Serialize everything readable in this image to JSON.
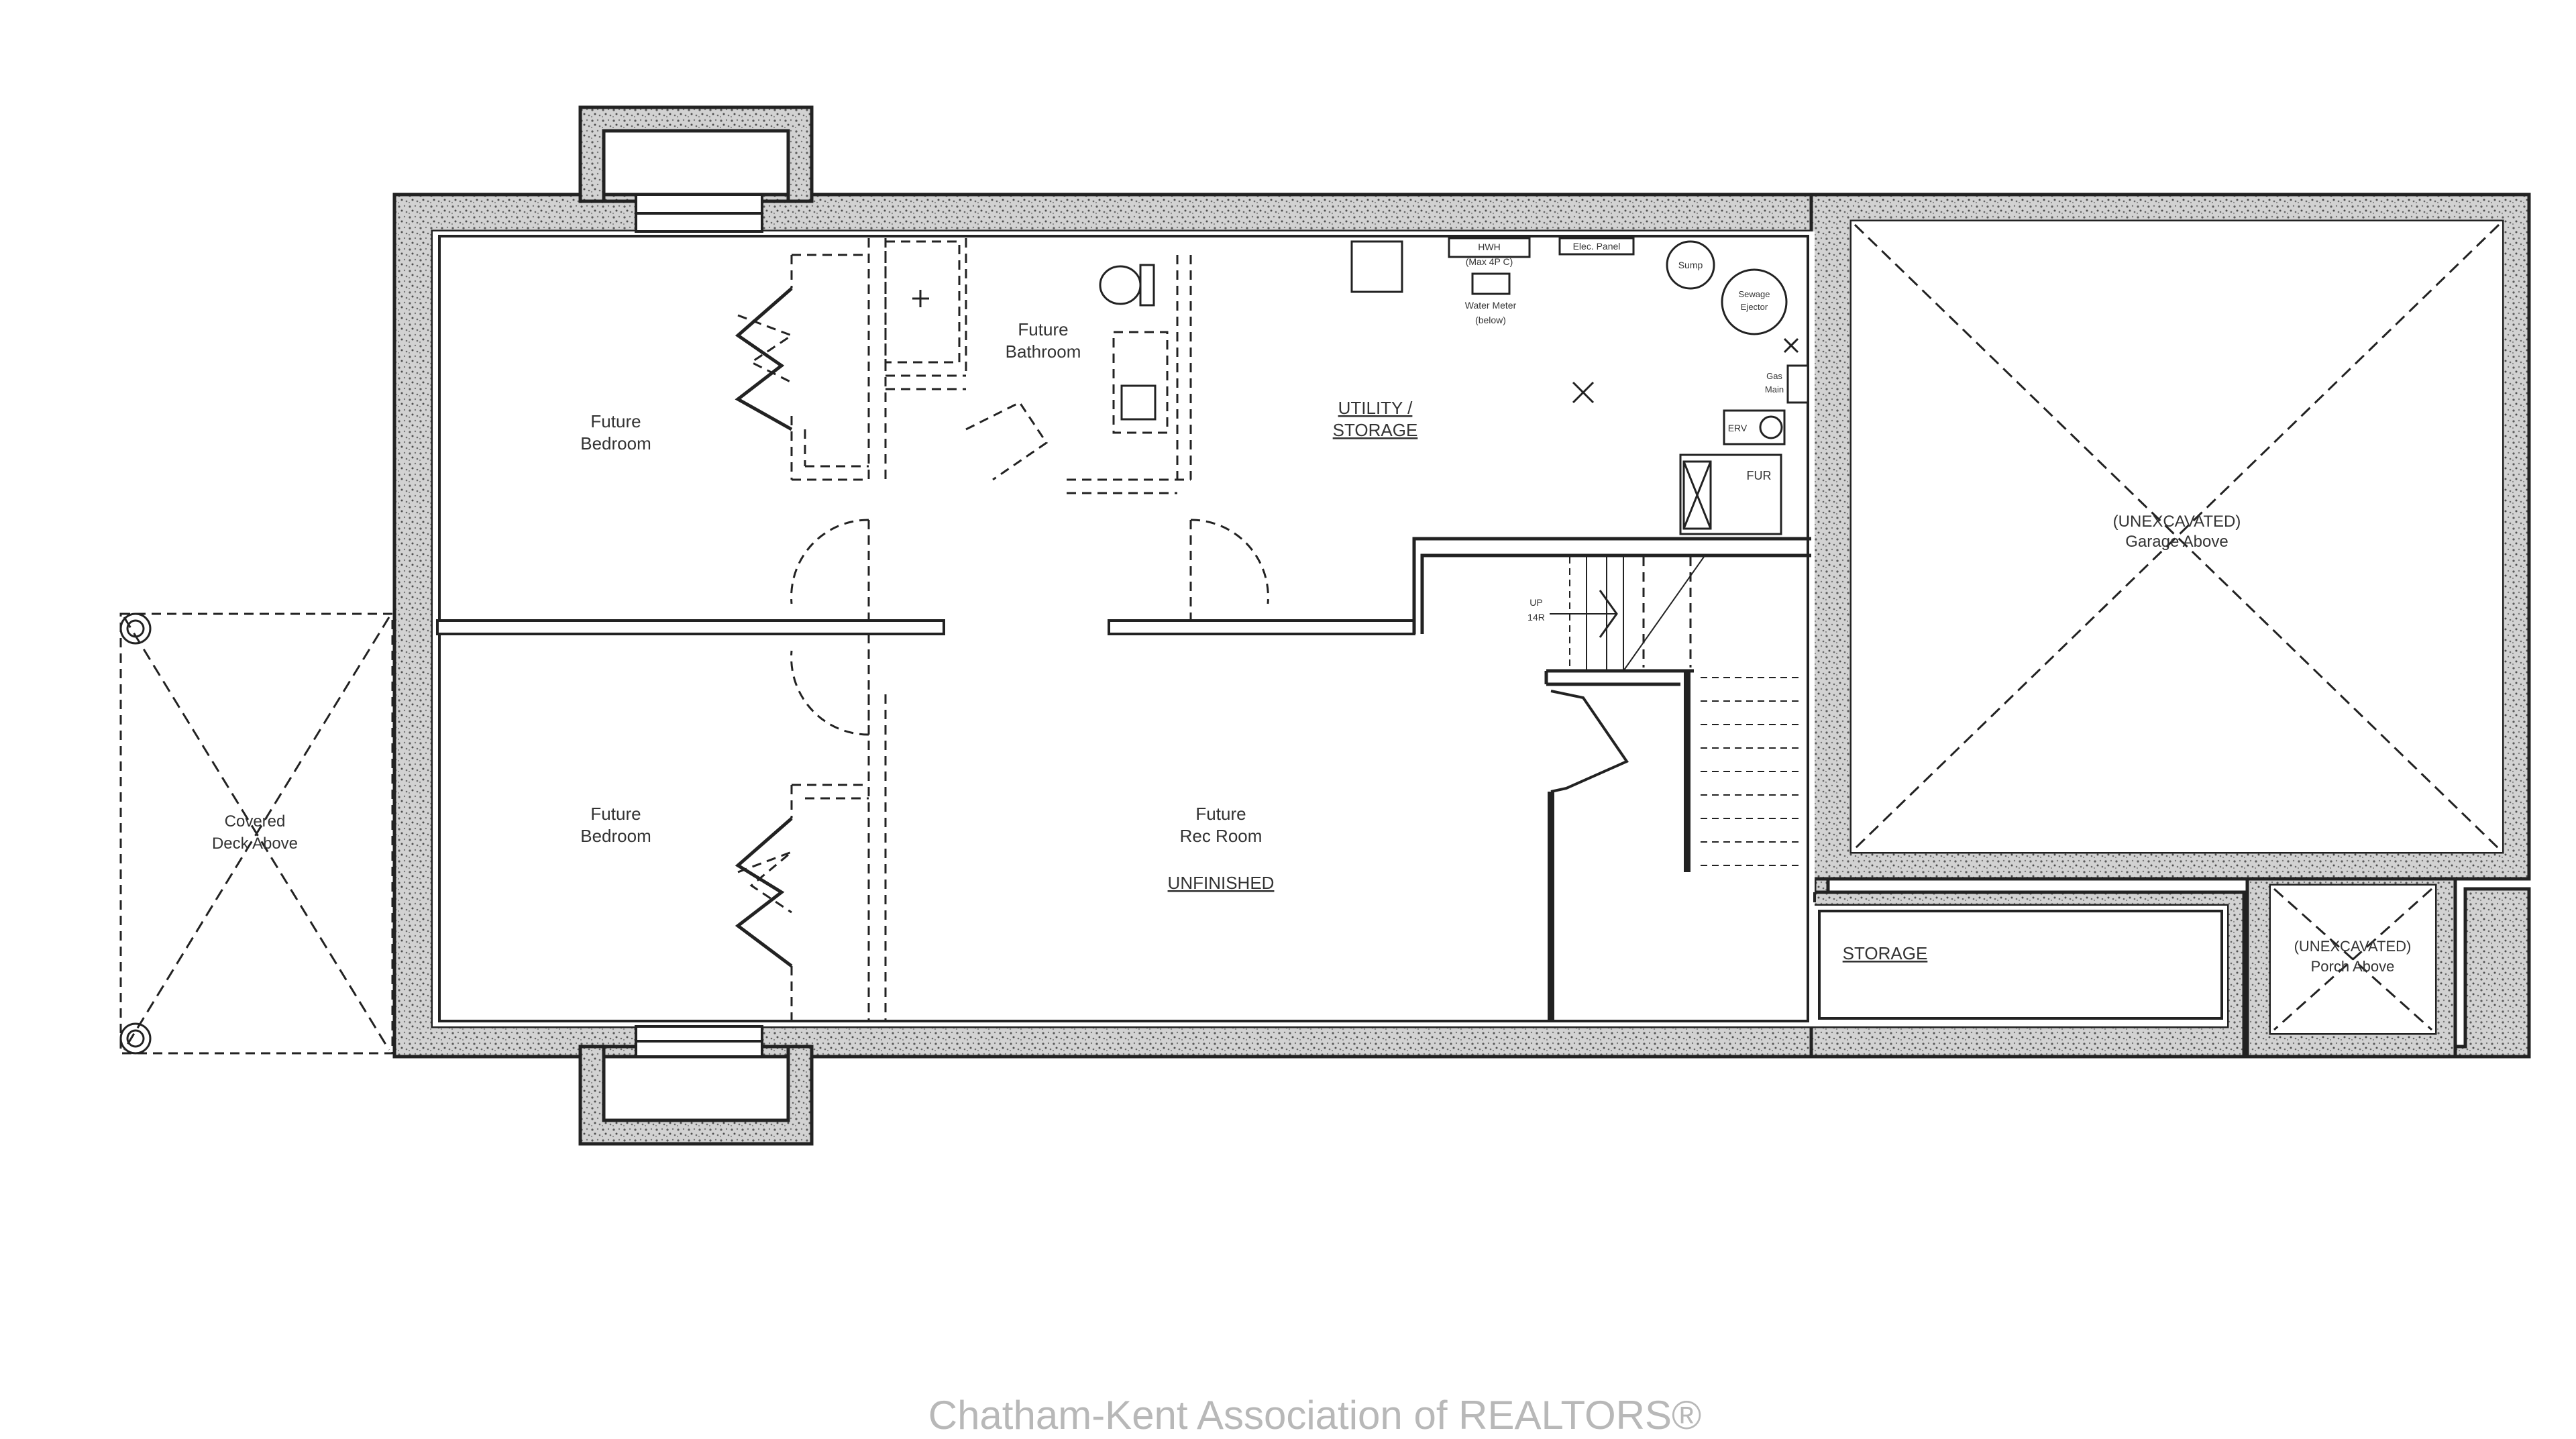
{
  "colors": {
    "wall": "#222222",
    "foundation_fill": "#d6d6d6",
    "text": "#333333",
    "watermark": "#b8b8b8",
    "background": "#ffffff"
  },
  "rooms": {
    "bedroom_top": {
      "line1": "Future",
      "line2": "Bedroom"
    },
    "bathroom": {
      "line1": "Future",
      "line2": "Bathroom"
    },
    "utility": {
      "line1": "UTILITY /",
      "line2": "STORAGE"
    },
    "bedroom_bottom": {
      "line1": "Future",
      "line2": "Bedroom"
    },
    "rec_room": {
      "line1": "Future",
      "line2": "Rec Room",
      "status": "UNFINISHED"
    },
    "storage": {
      "label": "STORAGE"
    },
    "garage": {
      "line1": "(UNEXCAVATED)",
      "line2": "Garage Above"
    },
    "porch": {
      "line1": "(UNEXCAVATED)",
      "line2": "Porch Above"
    },
    "deck": {
      "line1": "Covered",
      "line2": "Deck Above"
    }
  },
  "fixtures": {
    "hwh_line1": "HWH",
    "hwh_line2": "(Max 4P C)",
    "elec_panel": "Elec. Panel",
    "sump": "Sump",
    "sewage_line1": "Sewage",
    "sewage_line2": "Ejector",
    "water_meter_line1": "Water Meter",
    "water_meter_line2": "(below)",
    "gas_line1": "Gas",
    "gas_line2": "Main",
    "hrv": "ERV",
    "furnace": "FUR"
  },
  "stairs": {
    "direction": "UP",
    "count": "14R"
  },
  "watermark": "Chatham-Kent Association of REALTORS®"
}
